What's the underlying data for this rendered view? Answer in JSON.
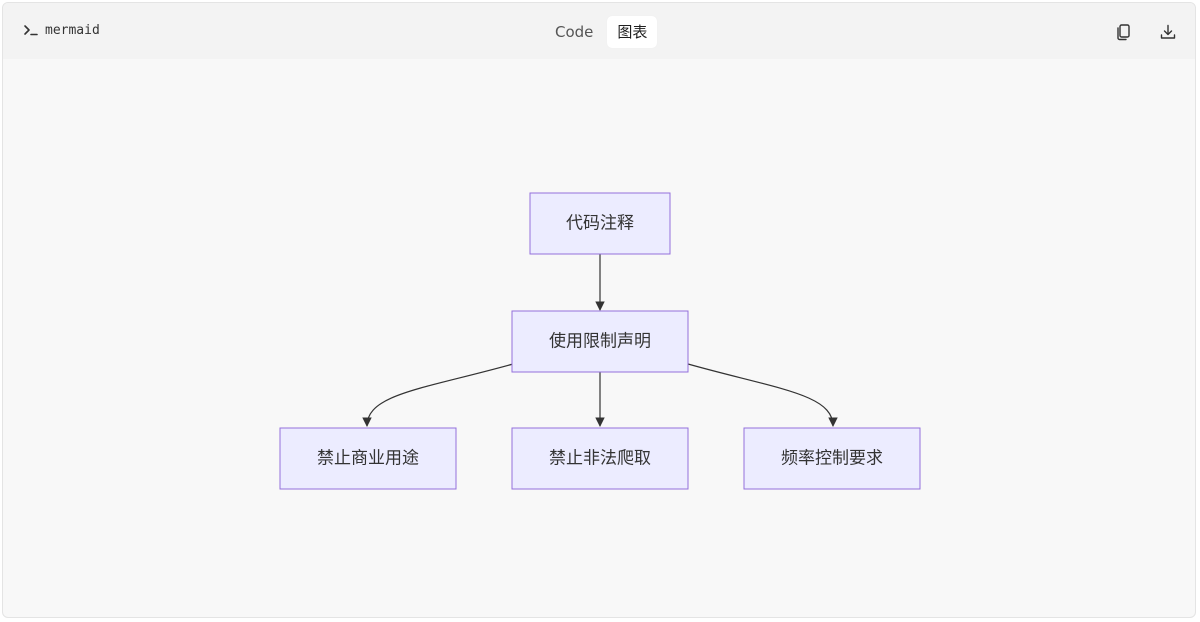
{
  "header": {
    "language_label": "mermaid",
    "language_icon": "terminal-prompt-icon",
    "tabs": [
      {
        "label": "Code",
        "active": false
      },
      {
        "label": "图表",
        "active": true
      }
    ],
    "actions": [
      {
        "name": "copy-icon"
      },
      {
        "name": "download-icon"
      }
    ]
  },
  "diagram": {
    "type": "flowchart",
    "direction": "TD",
    "nodes": {
      "a": "代码注释",
      "b": "使用限制声明",
      "c": "禁止商业用途",
      "d": "禁止非法爬取",
      "e": "频率控制要求"
    },
    "edges": [
      {
        "from": "代码注释",
        "to": "使用限制声明"
      },
      {
        "from": "使用限制声明",
        "to": "禁止商业用途"
      },
      {
        "from": "使用限制声明",
        "to": "禁止非法爬取"
      },
      {
        "from": "使用限制声明",
        "to": "频率控制要求"
      }
    ],
    "colors": {
      "node_fill": "#ececff",
      "node_stroke": "#9370db",
      "edge": "#333333"
    }
  }
}
